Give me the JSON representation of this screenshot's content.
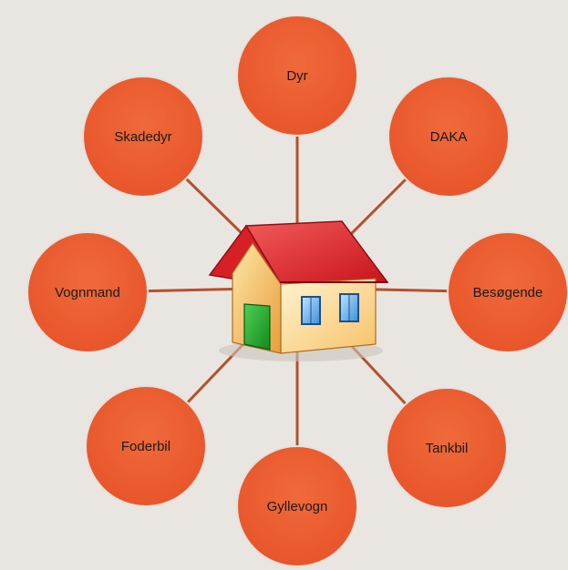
{
  "diagram": {
    "center": {
      "icon": "house-icon"
    },
    "nodes": [
      {
        "id": "dyr",
        "label": "Dyr"
      },
      {
        "id": "daka",
        "label": "DAKA"
      },
      {
        "id": "besogende",
        "label": "Besøgende"
      },
      {
        "id": "tankbil",
        "label": "Tankbil"
      },
      {
        "id": "gyllevogn",
        "label": "Gyllevogn"
      },
      {
        "id": "foderbil",
        "label": "Foderbil"
      },
      {
        "id": "vognmand",
        "label": "Vognmand"
      },
      {
        "id": "skadedyr",
        "label": "Skadedyr"
      }
    ],
    "colors": {
      "background": "#e9e6e2",
      "node_fill": "#ea5b2b",
      "node_stroke": "#e4e1dc",
      "connector": "#b4512c",
      "text": "#1a1a1a"
    }
  }
}
